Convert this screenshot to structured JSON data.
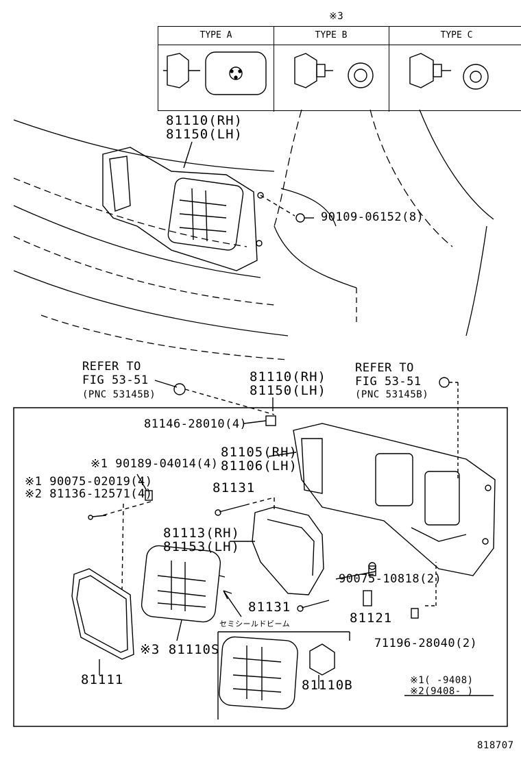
{
  "table": {
    "note_mark": "※3",
    "columns": [
      "TYPE A",
      "TYPE B",
      "TYPE C"
    ]
  },
  "labels": {
    "upper_part_rh": "81110(RH)",
    "upper_part_lh": "81150(LH)",
    "screw_upper": "90109-06152(8)",
    "refer_left_1": "REFER TO",
    "refer_left_2": "FIG 53-51",
    "refer_left_3": "(PNC 53145B)",
    "refer_right_1": "REFER TO",
    "refer_right_2": "FIG 53-51",
    "refer_right_3": "(PNC 53145B)",
    "mid_part_rh": "81110(RH)",
    "mid_part_lh": "81150(LH)",
    "nut_81146": "81146-28010(4)",
    "housing_rh": "81105(RH)",
    "housing_lh": "81106(LH)",
    "clip_90189": "※1 90189-04014(4)",
    "screw_90075_a": "※1 90075-02019(4)",
    "screw_81136": "※2 81136-12571(4)",
    "screw_81131_a": "81131",
    "bracket_rh": "81113(RH)",
    "bracket_lh": "81153(LH)",
    "screw_90075_b": "90075-10818(2)",
    "screw_81131_b": "81131",
    "socket_81121": "81121",
    "clip_71196": "71196-28040(2)",
    "sealed_beam_note": "セミシールドビーム",
    "sealed_beam_part": "※3 81110S",
    "rim_81111": "81111",
    "unit_81110b": "81110B",
    "legend_1": "※1(    -9408)",
    "legend_2": "※2(9408-    )",
    "figure_number": "818707"
  }
}
